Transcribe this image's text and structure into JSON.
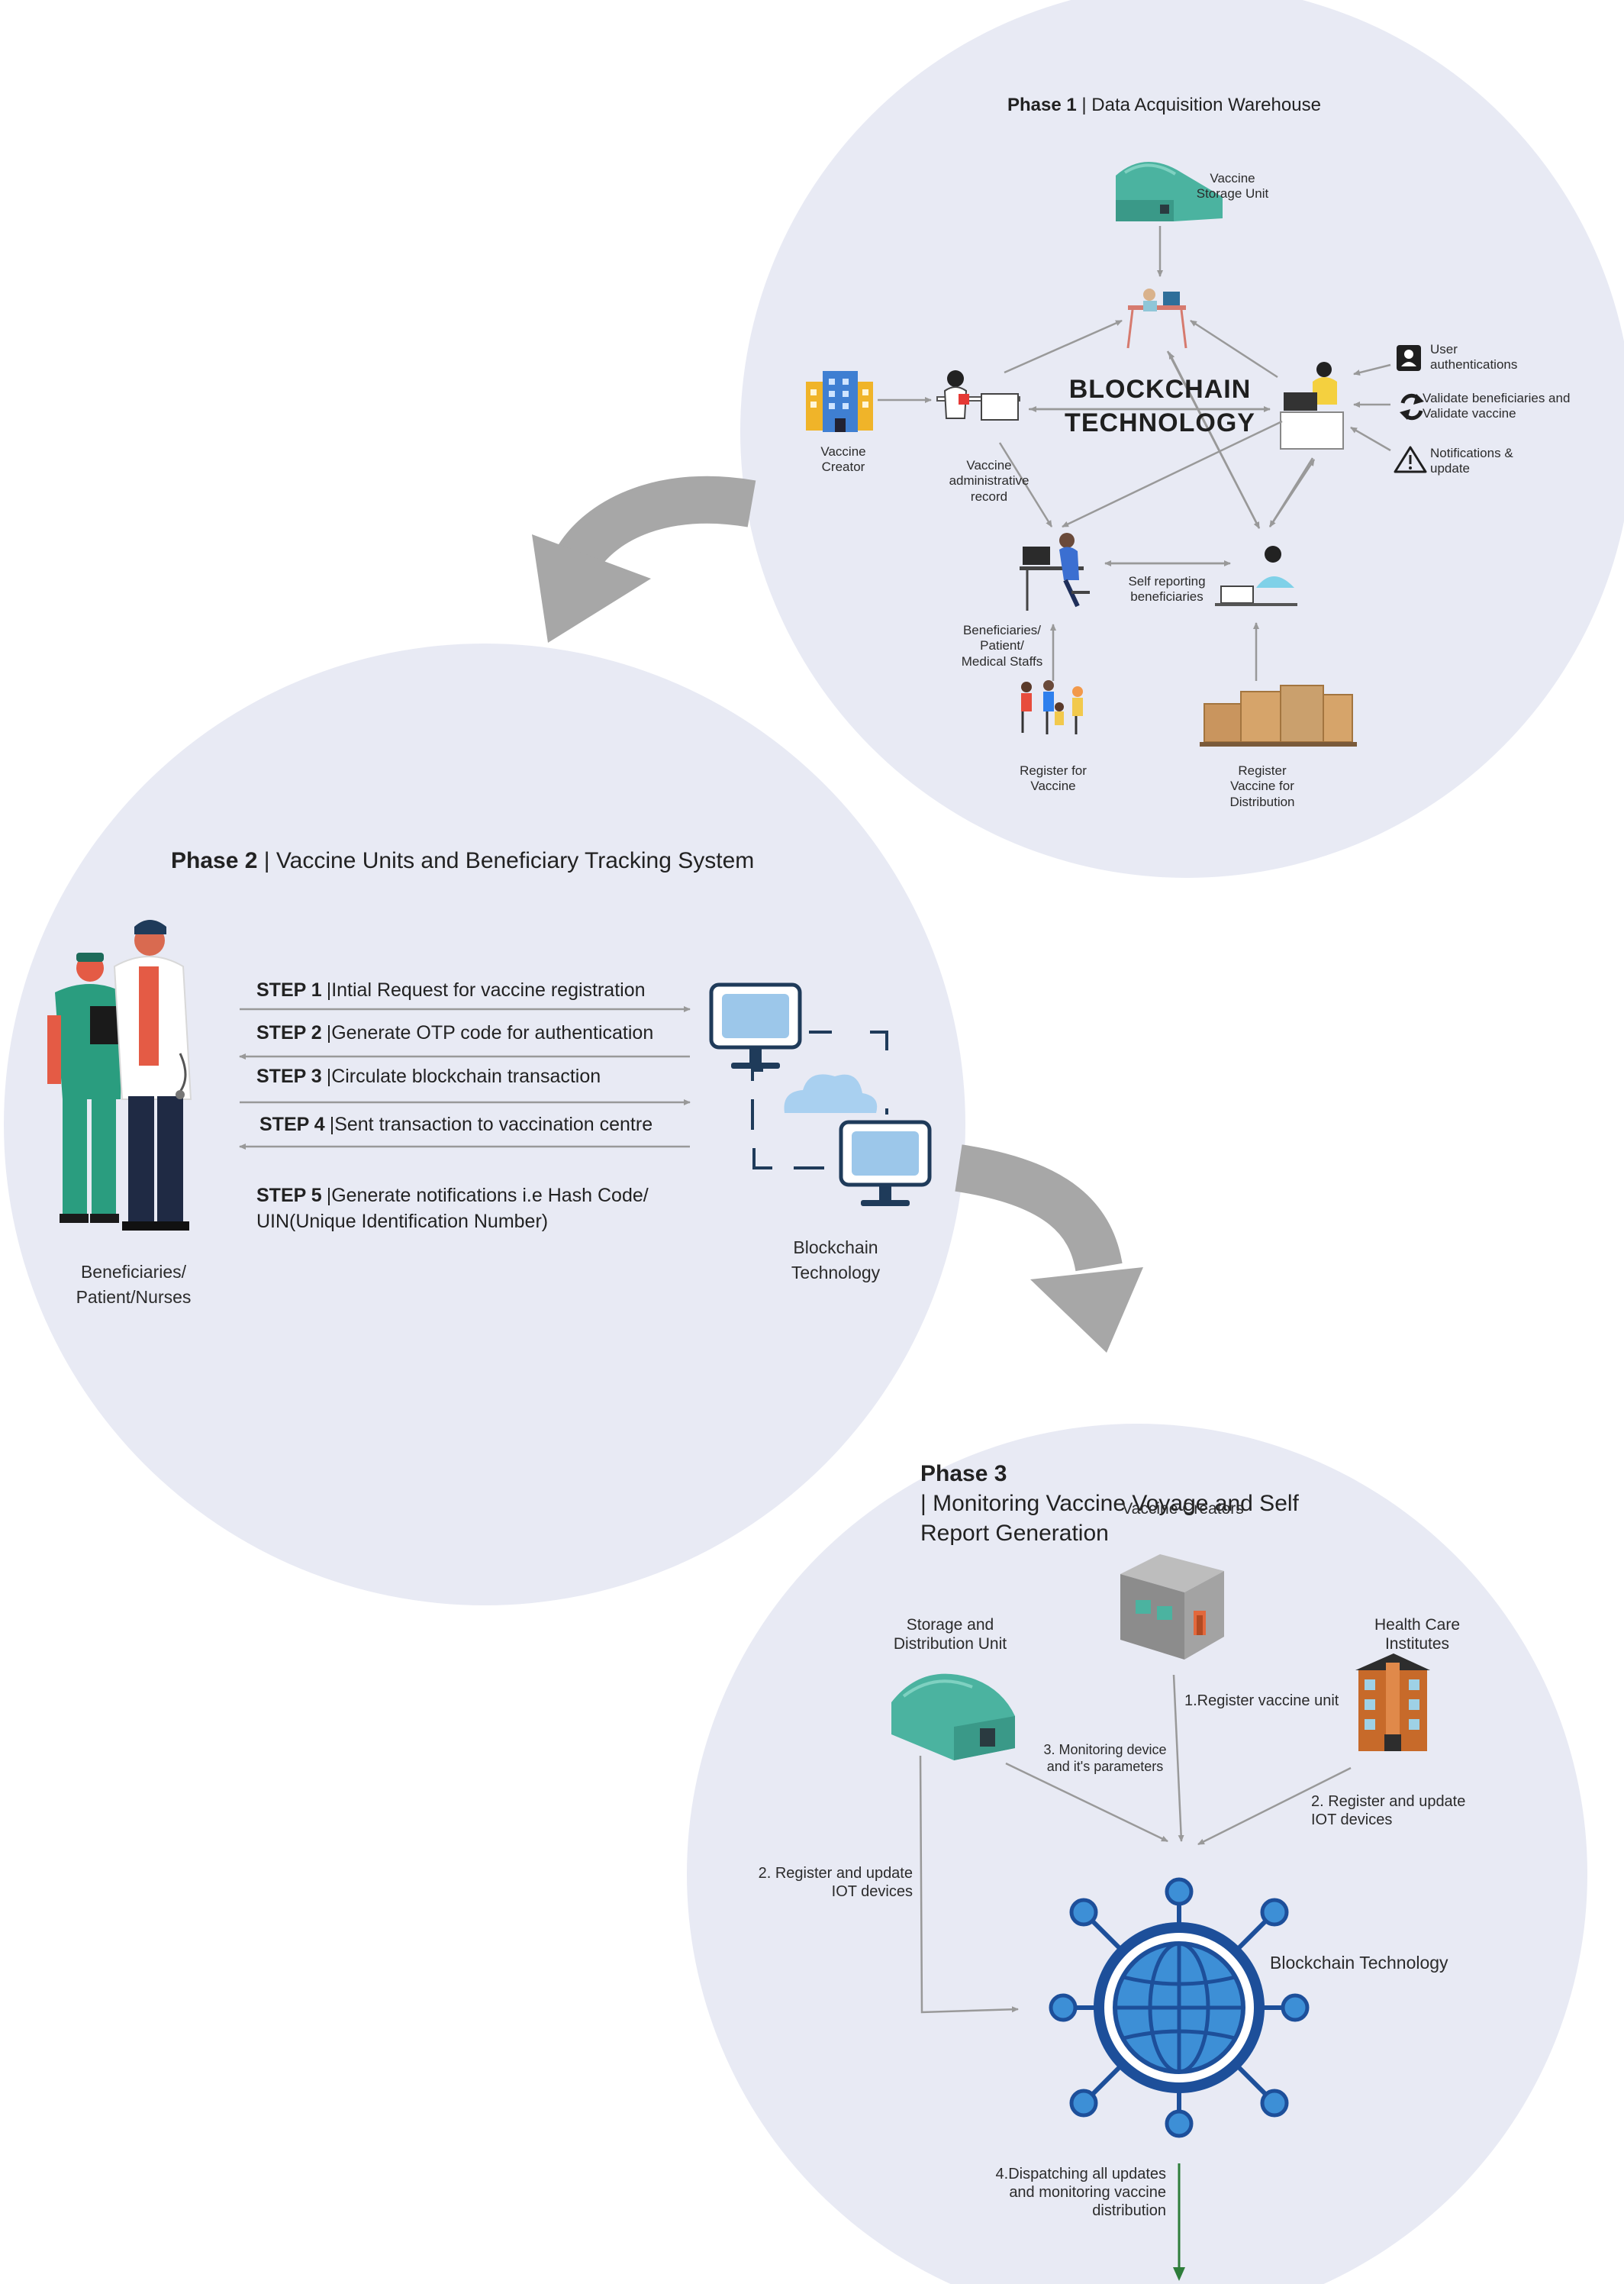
{
  "colors": {
    "circle_fill": "#e8eaf4",
    "arrow_gray": "#a7a7a7",
    "connector_gray": "#999999",
    "teal": "#4bb3a0",
    "hub_blue": "#1d4f9a",
    "globe_blue": "#3d8fd6",
    "dispatch_green": "#2e7d3a"
  },
  "phase1": {
    "title_bold": "Phase 1",
    "title_rest": "| Data Acquisition Warehouse",
    "storage_label": "Vaccine\nStorage Unit",
    "creator_label": "Vaccine\nCreator",
    "admin_label": "Vaccine\nadministrative\nrecord",
    "blockchain_line1": "BLOCKCHAIN",
    "blockchain_line2": "TECHNOLOGY",
    "side_items": [
      {
        "icon": "user-icon",
        "text": "User\nauthentications"
      },
      {
        "icon": "refresh-icon",
        "text": "Validate beneficiaries and\nValidate vaccine"
      },
      {
        "icon": "warning-icon",
        "text": "Notifications &\nupdate"
      }
    ],
    "self_report_label": "Self reporting\nbeneficiaries",
    "beneficiaries_label": "Beneficiaries/\nPatient/\nMedical Staffs",
    "register_vaccine_label": "Register for\nVaccine",
    "register_distribution_label": "Register\nVaccine for\nDistribution"
  },
  "phase2": {
    "title_bold": "Phase 2",
    "title_rest": "| Vaccine Units and Beneficiary Tracking System",
    "steps": [
      {
        "num": "STEP 1",
        "text": "|Intial Request for vaccine registration"
      },
      {
        "num": "STEP 2",
        "text": "|Generate OTP code for authentication"
      },
      {
        "num": "STEP 3",
        "text": "|Circulate blockchain transaction"
      },
      {
        "num": "STEP 4",
        "text": "|Sent transaction to vaccination centre"
      },
      {
        "num": "STEP 5",
        "text": "|Generate notifications i.e Hash Code/\nUIN(Unique Identification Number)"
      }
    ],
    "people_label": "Beneficiaries/\nPatient/Nurses",
    "tech_label": "Blockchain\nTechnology"
  },
  "phase3": {
    "title_bold": "Phase 3",
    "title_rest": "| Monitoring Vaccine Voyage and Self\nReport Generation",
    "creators_label": "Vaccine Creators",
    "storage_label": "Storage and\nDistribution Unit",
    "health_label": "Health Care\nInstitutes",
    "edge_register_unit": "1.Register vaccine unit",
    "edge_monitoring": "3. Monitoring device\nand it's parameters",
    "edge_health_iot": "2. Register and update\nIOT devices",
    "edge_storage_iot": "2. Register and update\nIOT devices",
    "hub_label": "Blockchain Technology",
    "dispatch_label": "4.Dispatching all updates\nand monitoring vaccine\ndistribution"
  }
}
